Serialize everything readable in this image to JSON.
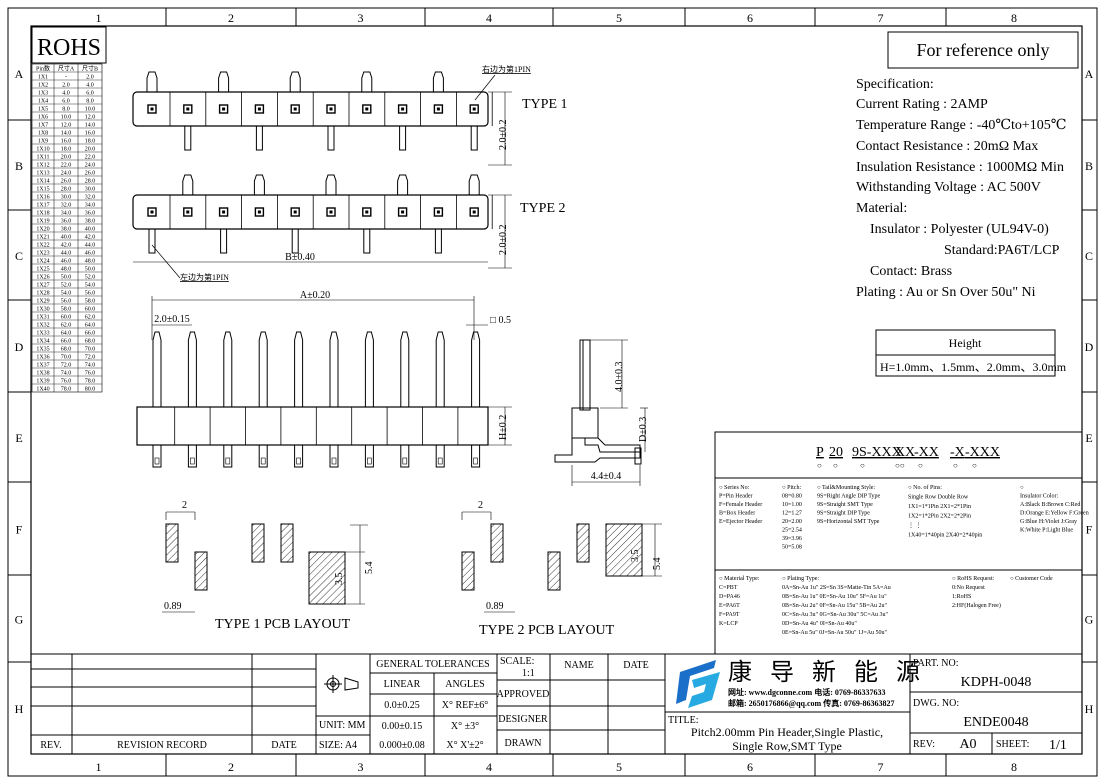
{
  "zones": {
    "cols": [
      "1",
      "2",
      "3",
      "4",
      "5",
      "6",
      "7",
      "8"
    ],
    "rows": [
      "A",
      "B",
      "C",
      "D",
      "E",
      "F",
      "G",
      "H"
    ]
  },
  "rohs": "ROHS",
  "pin_table": {
    "headers": [
      "Pin数",
      "尺寸A",
      "尺寸B"
    ],
    "rows": [
      [
        "1X1",
        "-",
        "2.0"
      ],
      [
        "1X2",
        "2.0",
        "4.0"
      ],
      [
        "1X3",
        "4.0",
        "6.0"
      ],
      [
        "1X4",
        "6.0",
        "8.0"
      ],
      [
        "1X5",
        "8.0",
        "10.0"
      ],
      [
        "1X6",
        "10.0",
        "12.0"
      ],
      [
        "1X7",
        "12.0",
        "14.0"
      ],
      [
        "1X8",
        "14.0",
        "16.0"
      ],
      [
        "1X9",
        "16.0",
        "18.0"
      ],
      [
        "1X10",
        "18.0",
        "20.0"
      ],
      [
        "1X11",
        "20.0",
        "22.0"
      ],
      [
        "1X12",
        "22.0",
        "24.0"
      ],
      [
        "1X13",
        "24.0",
        "26.0"
      ],
      [
        "1X14",
        "26.0",
        "28.0"
      ],
      [
        "1X15",
        "28.0",
        "30.0"
      ],
      [
        "1X16",
        "30.0",
        "32.0"
      ],
      [
        "1X17",
        "32.0",
        "34.0"
      ],
      [
        "1X18",
        "34.0",
        "36.0"
      ],
      [
        "1X19",
        "36.0",
        "38.0"
      ],
      [
        "1X20",
        "38.0",
        "40.0"
      ],
      [
        "1X21",
        "40.0",
        "42.0"
      ],
      [
        "1X22",
        "42.0",
        "44.0"
      ],
      [
        "1X23",
        "44.0",
        "46.0"
      ],
      [
        "1X24",
        "46.0",
        "48.0"
      ],
      [
        "1X25",
        "48.0",
        "50.0"
      ],
      [
        "1X26",
        "50.0",
        "52.0"
      ],
      [
        "1X27",
        "52.0",
        "54.0"
      ],
      [
        "1X28",
        "54.0",
        "56.0"
      ],
      [
        "1X29",
        "56.0",
        "58.0"
      ],
      [
        "1X30",
        "58.0",
        "60.0"
      ],
      [
        "1X31",
        "60.0",
        "62.0"
      ],
      [
        "1X32",
        "62.0",
        "64.0"
      ],
      [
        "1X33",
        "64.0",
        "66.0"
      ],
      [
        "1X34",
        "66.0",
        "68.0"
      ],
      [
        "1X35",
        "68.0",
        "70.0"
      ],
      [
        "1X36",
        "70.0",
        "72.0"
      ],
      [
        "1X37",
        "72.0",
        "74.0"
      ],
      [
        "1X38",
        "74.0",
        "76.0"
      ],
      [
        "1X39",
        "76.0",
        "78.0"
      ],
      [
        "1X40",
        "78.0",
        "80.0"
      ]
    ]
  },
  "drawing": {
    "pin1_note_top": "右边为第1PIN",
    "pin1_note_bottom": "左边为第1PIN",
    "type1": "TYPE 1",
    "type2": "TYPE 2",
    "dim_h1": "2.0±0.2",
    "dim_h2": "2.0±0.2",
    "dim_b": "B±0.40",
    "dim_a": "A±0.20",
    "dim_pitch": "2.0±0.15",
    "dim_sq": "□ 0.5",
    "dim_h": "H±0.2",
    "dim_side_top": "4.0±0.3",
    "dim_side_d": "D±0.3",
    "dim_side_w": "4.4±0.4",
    "pcb_2_left": "2",
    "pcb_2_right": "2",
    "pcb_35_left": "3.5",
    "pcb_54_left": "5.4",
    "pcb_35_right": "3.5",
    "pcb_54_right": "5.4",
    "pcb_089_left": "0.89",
    "pcb_089_right": "0.89",
    "pcb_layout1": "TYPE 1 PCB LAYOUT",
    "pcb_layout2": "TYPE 2 PCB LAYOUT"
  },
  "reference": "For reference only",
  "specs": [
    "Specification:",
    "Current Rating : 2AMP",
    "Temperature Range : -40℃to+105℃",
    "Contact Resistance : 20mΩ Max",
    "Insulation Resistance : 1000MΩ Min",
    "Withstanding Voltage : AC 500V",
    "Material:",
    "Insulator : Polyester (UL94V-0)",
    "Standard:PA6T/LCP",
    "Contact: Brass",
    "Plating : Au or Sn Over 50u\" Ni"
  ],
  "height_box": {
    "title": "Height",
    "values": "H=1.0mm、1.5mm、2.0mm、3.0mm"
  },
  "part_code": {
    "segments": [
      "P",
      "20",
      "9S-XXX",
      "X",
      "X",
      "-XX",
      "-X",
      "-XXX"
    ],
    "markers": [
      "○",
      "○",
      "○",
      "○○",
      "○",
      "○",
      "○"
    ]
  },
  "legend": {
    "series": [
      "○ Series No:",
      "P=Pin Header",
      "F=Female Header",
      "B=Box Header",
      "E=Ejector Header"
    ],
    "pitch": [
      "○ Pitch:",
      "08=0.80",
      "10=1.00",
      "12=1.27",
      "20=2.00",
      "25=2.54",
      "39=3.96",
      "50=5.08"
    ],
    "tail": [
      "○ Tail&Mounting Style:",
      "9S=Right Angle DIP Type",
      "9S=Straight SMT Type",
      "9S=Straight DIP Type",
      "9S=Horizontal SMT Type"
    ],
    "pins": [
      "○ No. of Pins:",
      "Single Row   Double Row",
      "1X1=1*1Pin   2X1=2*1Pin",
      "1X2=1*2Pin   2X2=2*2Pin",
      "⋮            ⋮",
      "1X40=1*40pin  2X40=2*40pin"
    ],
    "color": [
      "○",
      "Insulator Color:",
      "A:Black  B:Brown  C:Red",
      "D:Orange E:Yellow F:Green",
      "G:Blue  H:Violet J:Gray",
      "K:White  P:Light Blue"
    ],
    "material": [
      "○ Material Type:",
      "C=PBT",
      "D=PA46",
      "E=PA6T",
      "F=PA9T",
      "K=LCP"
    ],
    "plating": [
      "○ Plating Type:",
      "0A=Sn-Au 1u\" 2S=Sn 3S=Matte-Tin 5A=Au",
      "0B=Sn-Au 1u\" 0E=Sn-Au 10u\" 5F=Au 1u\"",
      "0B=Sn-Au 2u\" 0F=Sn-Au 15u\" 5B=Au 2u\"",
      "0C=Sn-Au 3u\" 0G=Sn-Au 30u\" 5C=Au 3u\"",
      "0D=Sn-Au 4u\" 0I=Sn-Au 40u\"",
      "0E=Sn-Au 5u\" 0J=Sn-Au 50u\" 1J=Au 50u\""
    ],
    "rohs": [
      "○ RoHS Request:",
      "0:No Request",
      "1:RoHS",
      "2:HF(Halogen Free)"
    ],
    "customer": "○ Customer Code"
  },
  "titleblock": {
    "rev": "REV.",
    "revision_record": "REVISION RECORD",
    "date": "DATE",
    "unit": "UNIT: MM",
    "size": "SIZE: A4",
    "general_tolerances": "GENERAL TOLERANCES",
    "linear": "LINEAR",
    "angles": "ANGLES",
    "lin1": "0.0±0.25",
    "lin2": "0.00±0.15",
    "lin3": "0.000±0.08",
    "ang1": "X° REF±6°",
    "ang2": "X° ±3°",
    "ang3": "X° X'±2°",
    "scale": "SCALE:",
    "scale_val": "1:1",
    "approved": "APPROVED",
    "designer": "DESIGNER",
    "drawn": "DRAWN",
    "name": "NAME",
    "date2": "DATE",
    "company": "康 导 新 能 源",
    "contact1": "网址: www.dgconne.com  电话: 0769-86337633",
    "contact2": "邮箱: 2650176866@qq.com 传真: 0769-86363827",
    "title_label": "TITLE:",
    "title_line1": "Pitch2.00mm Pin Header,Single Plastic,",
    "title_line2": "Single Row,SMT Type",
    "part_no_label": "PART. NO:",
    "part_no": "KDPH-0048",
    "dwg_no_label": "DWG. NO:",
    "dwg_no": "ENDE0048",
    "rev_label": "REV:",
    "rev_val": "A0",
    "sheet_label": "SHEET:",
    "sheet_val": "1/1"
  },
  "colors": {
    "logo_blue": "#1a6fc9",
    "logo_cyan": "#27a9e1"
  }
}
